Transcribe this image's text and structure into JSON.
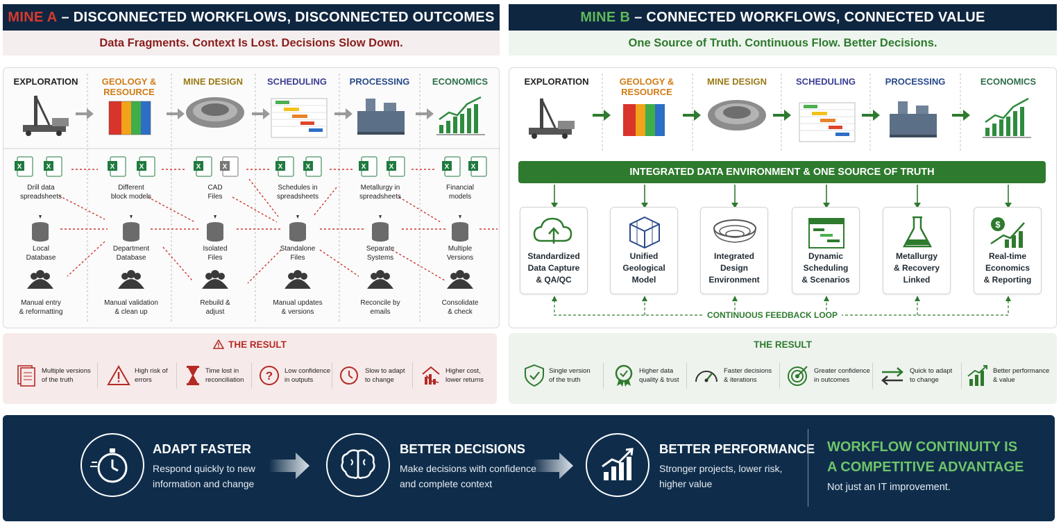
{
  "mine_a": {
    "title_highlight": "MINE A",
    "title_rest": "– DISCONNECTED WORKFLOWS, DISCONNECTED OUTCOMES",
    "subtitle": "Data Fragments. Context Is Lost. Decisions Slow Down.",
    "stages": [
      {
        "name": "EXPLORATION",
        "color": "#222222"
      },
      {
        "name": "GEOLOGY &\nRESOURCE",
        "color": "#d07c16"
      },
      {
        "name": "MINE DESIGN",
        "color": "#9a7a17"
      },
      {
        "name": "SCHEDULING",
        "color": "#3b3f93"
      },
      {
        "name": "PROCESSING",
        "color": "#2a4a8a"
      },
      {
        "name": "ECONOMICS",
        "color": "#2e6e4a"
      }
    ],
    "files": [
      "Drill data\nspreadsheets",
      "Different\nblock models",
      "CAD\nFiles",
      "Schedules in\nspreadsheets",
      "Metallurgy in\nspreadsheets",
      "Financial\nmodels"
    ],
    "databases": [
      "Local\nDatabase",
      "Department\nDatabase",
      "Isolated\nFiles",
      "Standalone\nFiles",
      "Separate\nSystems",
      "Multiple\nVersions"
    ],
    "people": [
      "Manual entry\n& reformatting",
      "Manual validation\n& clean up",
      "Rebuild &\nadjust",
      "Manual updates\n& versions",
      "Reconcile by\nemails",
      "Consolidate\n& check"
    ],
    "result_title": "THE RESULT",
    "results": [
      "Multiple versions\nof the truth",
      "High risk of\nerrors",
      "Time lost in\nreconciliation",
      "Low confidence\nin outputs",
      "Slow to adapt\nto change",
      "Higher cost,\nlower returns"
    ],
    "accent": "#b42a24"
  },
  "mine_b": {
    "title_highlight": "MINE B",
    "title_rest": "– CONNECTED WORKFLOWS, CONNECTED VALUE",
    "subtitle": "One Source of Truth. Continuous Flow. Better Decisions.",
    "stages": [
      {
        "name": "EXPLORATION",
        "color": "#222222"
      },
      {
        "name": "GEOLOGY &\nRESOURCE",
        "color": "#d07c16"
      },
      {
        "name": "MINE DESIGN",
        "color": "#9a7a17"
      },
      {
        "name": "SCHEDULING",
        "color": "#3b3f93"
      },
      {
        "name": "PROCESSING",
        "color": "#2a4a8a"
      },
      {
        "name": "ECONOMICS",
        "color": "#2e6e4a"
      }
    ],
    "integrated_bar": "INTEGRATED DATA ENVIRONMENT & ONE SOURCE OF TRUTH",
    "cards": [
      {
        "label": "Standardized\nData Capture\n& QA/QC",
        "icon": "cloud-upload-icon"
      },
      {
        "label": "Unified\nGeological\nModel",
        "icon": "cube-icon"
      },
      {
        "label": "Integrated\nDesign\nEnvironment",
        "icon": "pit-icon"
      },
      {
        "label": "Dynamic\nScheduling\n& Scenarios",
        "icon": "calendar-icon"
      },
      {
        "label": "Metallurgy\n& Recovery\nLinked",
        "icon": "flask-icon"
      },
      {
        "label": "Real-time\nEconomics\n& Reporting",
        "icon": "finance-chart-icon"
      }
    ],
    "feedback_loop": "CONTINUOUS FEEDBACK LOOP",
    "result_title": "THE RESULT",
    "results": [
      "Single version\nof the truth",
      "Higher data\nquality & trust",
      "Faster decisions\n& iterations",
      "Greater confidence\nin outcomes",
      "Quick to adapt\nto change",
      "Better performance\n& value"
    ],
    "accent": "#2e7a2e"
  },
  "bottom": {
    "items": [
      {
        "title": "ADAPT FASTER",
        "text": "Respond quickly to new\ninformation and change",
        "icon": "stopwatch-icon"
      },
      {
        "title": "BETTER DECISIONS",
        "text": "Make decisions with confidence\nand complete context",
        "icon": "brain-icon"
      },
      {
        "title": "BETTER PERFORMANCE",
        "text": "Stronger projects, lower risk,\nhigher value",
        "icon": "growth-chart-icon"
      }
    ],
    "final_title": "WORKFLOW CONTINUITY IS\nA COMPETITIVE ADVANTAGE",
    "final_text": "Not just an IT improvement.",
    "accent": "#6fc46a",
    "background": "#0f2d4b"
  }
}
